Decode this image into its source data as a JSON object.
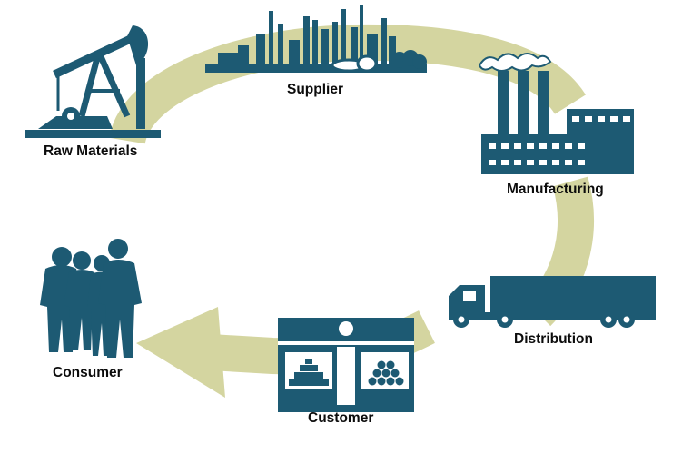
{
  "colors": {
    "flow_arrow": "#d4d5a0",
    "icon": "#1d5a73",
    "label_text": "#0c0c0c",
    "background": "#ffffff"
  },
  "stages": [
    {
      "key": "raw_materials",
      "label": "Raw Materials",
      "icon": "oil-pump-icon"
    },
    {
      "key": "supplier",
      "label": "Supplier",
      "icon": "refinery-skyline-icon"
    },
    {
      "key": "manufacturing",
      "label": "Manufacturing",
      "icon": "factory-icon"
    },
    {
      "key": "distribution",
      "label": "Distribution",
      "icon": "semi-truck-icon"
    },
    {
      "key": "customer",
      "label": "Customer",
      "icon": "storefront-icon"
    },
    {
      "key": "consumer",
      "label": "Consumer",
      "icon": "people-group-icon"
    }
  ]
}
